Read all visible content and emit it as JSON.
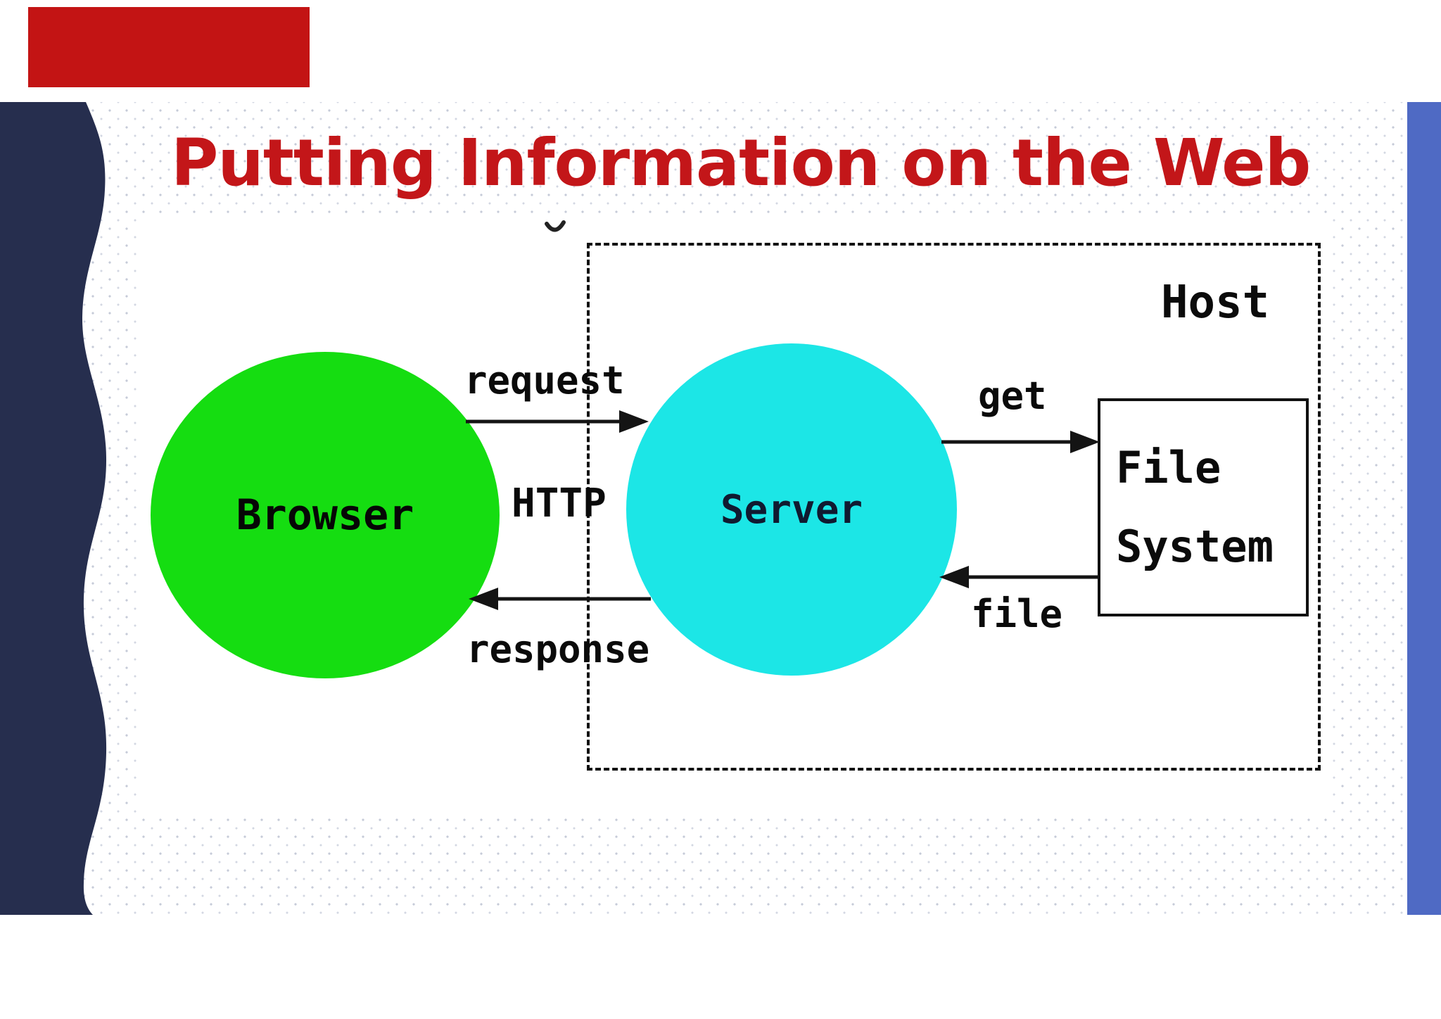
{
  "slide": {
    "title": "Putting Information on the Web"
  },
  "diagram": {
    "browser_label": "Browser",
    "server_label": "Server",
    "host_label": "Host",
    "file_system_line1": "File",
    "file_system_line2": "System",
    "arrow_request_label": "request",
    "protocol_label": "HTTP",
    "arrow_response_label": "response",
    "arrow_get_label": "get",
    "arrow_file_label": "file"
  },
  "colors": {
    "title_red": "#c31619",
    "top_bar_red": "#c31414",
    "navy_band": "#262e4e",
    "right_band_blue": "#4f6ac4",
    "browser_green": "#15dd11",
    "server_cyan": "#1ce6e6",
    "diagram_ink": "#0b0b0b",
    "dot_grid": "#c6cbd8"
  }
}
